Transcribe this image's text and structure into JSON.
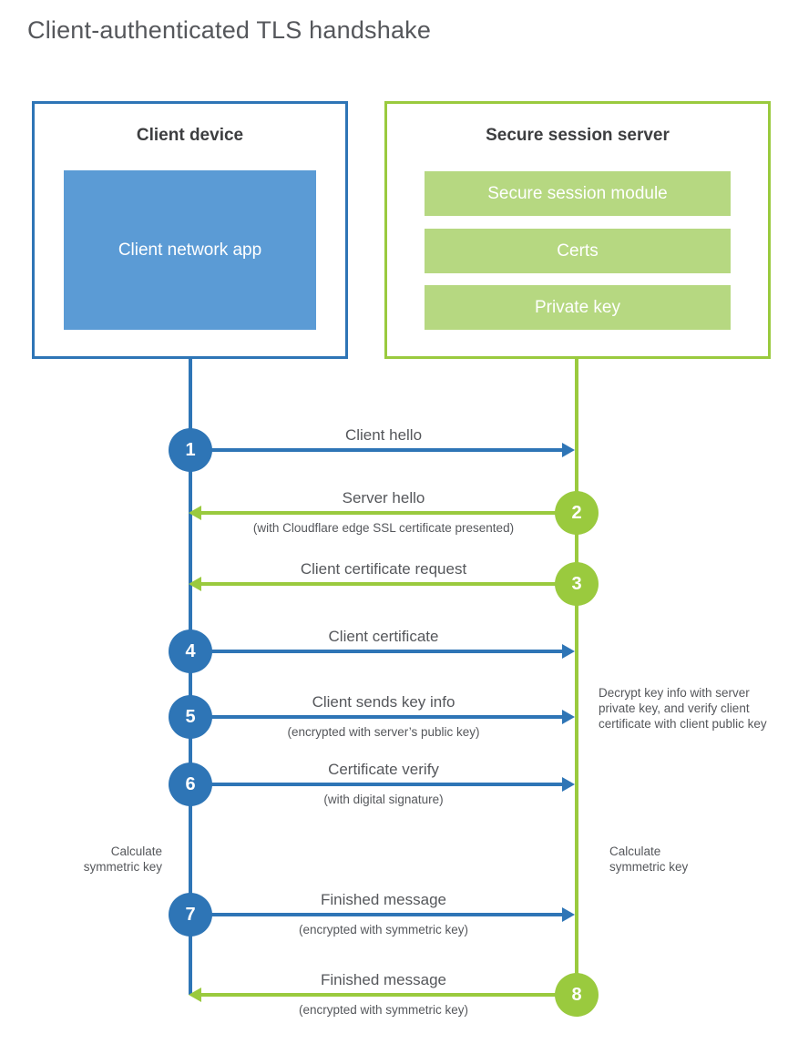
{
  "page": {
    "title": "Client-authenticated TLS handshake"
  },
  "colors": {
    "blue_accent": "#2e75b6",
    "blue_fill": "#5b9bd5",
    "green_accent": "#9aca3e",
    "green_fill": "#b6d881",
    "text_dark": "#3d3e40",
    "text_gray": "#55575b"
  },
  "client_box": {
    "title": "Client device",
    "app_label": "Client network app"
  },
  "server_box": {
    "title": "Secure session server",
    "modules": [
      {
        "label": "Secure session module"
      },
      {
        "label": "Certs"
      },
      {
        "label": "Private key"
      }
    ]
  },
  "steps": [
    {
      "num": "1",
      "side": "client",
      "direction": "right",
      "label": "Client hello",
      "sublabel": ""
    },
    {
      "num": "2",
      "side": "server",
      "direction": "left",
      "label": "Server hello",
      "sublabel": "(with Cloudflare edge SSL certificate presented)"
    },
    {
      "num": "3",
      "side": "server",
      "direction": "left",
      "label": "Client certificate request",
      "sublabel": ""
    },
    {
      "num": "4",
      "side": "client",
      "direction": "right",
      "label": "Client certificate",
      "sublabel": ""
    },
    {
      "num": "5",
      "side": "client",
      "direction": "right",
      "label": "Client sends key info",
      "sublabel": "(encrypted with server’s public key)"
    },
    {
      "num": "6",
      "side": "client",
      "direction": "right",
      "label": "Certificate verify",
      "sublabel": "(with digital signature)"
    },
    {
      "num": "7",
      "side": "client",
      "direction": "right",
      "label": "Finished message",
      "sublabel": "(encrypted with symmetric key)"
    },
    {
      "num": "8",
      "side": "server",
      "direction": "left",
      "label": "Finished message",
      "sublabel": "(encrypted with symmetric key)"
    }
  ],
  "notes": {
    "left_calculate": "Calculate symmetric key",
    "right_calculate": "Calculate symmetric key",
    "decrypt": "Decrypt key info with server private key, and verify client certificate with client public key"
  }
}
